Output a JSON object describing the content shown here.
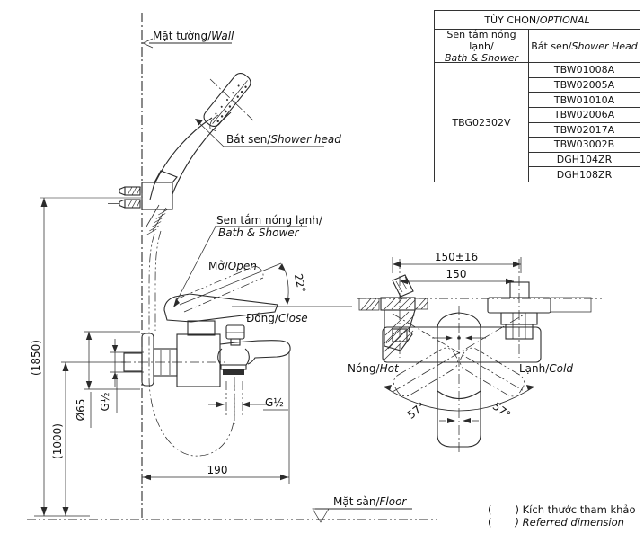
{
  "side_view": {
    "wall_label": {
      "vi": "Mặt tường/",
      "en": "Wall"
    },
    "shower_head_label": {
      "vi": "Bát sen/",
      "en": "Shower head"
    },
    "mixer_label": {
      "vi": "Sen tắm nóng lạnh/",
      "en": "Bath & Shower"
    },
    "open_label": {
      "vi": "Mở/",
      "en": "Open"
    },
    "close_label": {
      "vi": "Đóng/",
      "en": "Close"
    },
    "floor_label": {
      "vi": "Mặt sàn/",
      "en": "Floor"
    },
    "dims": {
      "total_height": "(1850)",
      "spout_height": "(1000)",
      "flange_diameter": "Ø65",
      "wall_thread": "G½",
      "outlet_thread": "G½",
      "spout_depth": "190",
      "open_angle": "22°"
    }
  },
  "top_view": {
    "hot_label": {
      "vi": "Nóng/",
      "en": "Hot"
    },
    "cold_label": {
      "vi": "Lạnh/",
      "en": "Cold"
    },
    "dims": {
      "center_distance_tolerance": "150±16",
      "center_distance": "150",
      "swing_left": "57°",
      "swing_right": "57°"
    }
  },
  "table": {
    "title_vi": "TÙY CHỌN/",
    "title_en": "OPTIONAL",
    "col1_line1": "Sen tắm nóng lạnh/",
    "col1_line2": "Bath & Shower",
    "col2_vi": "Bát sen/",
    "col2_en": "Shower Head",
    "model": "TBG02302V",
    "shower_heads": [
      "TBW01008A",
      "TBW02005A",
      "TBW01010A",
      "TBW02006A",
      "TBW02017A",
      "TBW03002B",
      "DGH104ZR",
      "DGH108ZR"
    ]
  },
  "footnote": {
    "open_paren": "(",
    "line1": ") Kích thước tham khảo",
    "line2": ") Referred dimension"
  }
}
